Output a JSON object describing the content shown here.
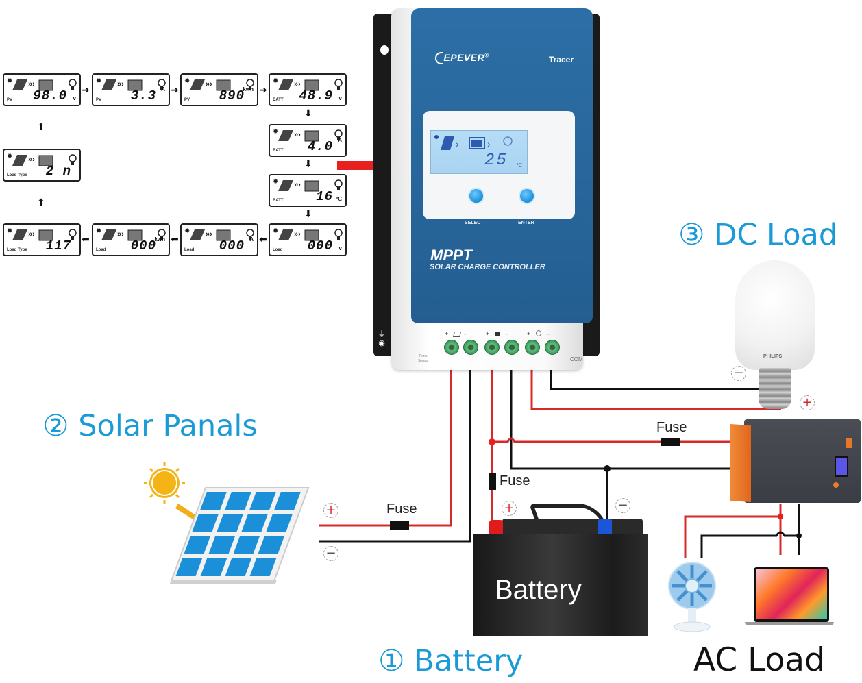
{
  "diagram": {
    "title": "MPPT Solar Charge Controller Wiring Diagram"
  },
  "lcd_screens": [
    {
      "id": "pv-voltage",
      "label": "PV",
      "value": "98.0",
      "unit": "v",
      "unit_pos": "low"
    },
    {
      "id": "pv-current",
      "label": "PV",
      "value": "3.3",
      "unit": "A",
      "unit_pos": "sup"
    },
    {
      "id": "pv-energy",
      "label": "PV",
      "value": "890",
      "unit": "kwh",
      "unit_pos": "sup"
    },
    {
      "id": "batt-voltage",
      "label": "BATT",
      "value": "48.9",
      "unit": "v",
      "unit_pos": "low"
    },
    {
      "id": "batt-current",
      "label": "BATT",
      "value": "4.0",
      "unit": "A",
      "unit_pos": "sup"
    },
    {
      "id": "batt-temp",
      "label": "BATT",
      "value": "16",
      "unit": "℃",
      "unit_pos": "low"
    },
    {
      "id": "load-voltage",
      "label": "Load",
      "value": "000",
      "unit": "v",
      "unit_pos": "low"
    },
    {
      "id": "load-current",
      "label": "Load",
      "value": "000",
      "unit": "A",
      "unit_pos": "sup"
    },
    {
      "id": "load-energy",
      "label": "Load",
      "value": "000",
      "unit": "kwh",
      "unit_pos": "sup"
    },
    {
      "id": "load-type-1",
      "label": "Load Type",
      "value": "117",
      "unit": "",
      "unit_pos": "low"
    },
    {
      "id": "load-type-2",
      "label": "Load Type",
      "value": "2  n",
      "unit": "",
      "unit_pos": "low"
    }
  ],
  "controller": {
    "brand": "EPEVER",
    "registered_mark": "®",
    "model": "Tracer",
    "display_value": "25",
    "display_unit": "℃",
    "buttons": [
      {
        "label": "SELECT"
      },
      {
        "label": "ENTER"
      }
    ],
    "product_title": "MPPT",
    "product_subtitle": "SOLAR CHARGE CONTROLLER",
    "terminal_markers": [
      "+",
      "–",
      "+",
      "–",
      "+",
      "–"
    ],
    "temp_sensor_label": "Temp. Sensor",
    "com_label": "COM",
    "terminal_count": 6
  },
  "sections": {
    "battery": "① Battery",
    "solar": "② Solar Panals",
    "dc_load": "③ DC Load",
    "ac_load": "AC Load"
  },
  "fuses": [
    {
      "label": "Fuse"
    },
    {
      "label": "Fuse"
    },
    {
      "label": "Fuse"
    }
  ],
  "battery": {
    "label": "Battery"
  },
  "bulb": {
    "brand": "PHILIPS"
  },
  "polarity": {
    "plus": "+",
    "minus": "−"
  },
  "colors": {
    "heading_blue": "#1a9ad6",
    "wire_red": "#d42a2a",
    "wire_black": "#111111",
    "controller_blue": "#2a6a9e",
    "inverter_orange": "#e8762a",
    "panel_blue": "#1b8fd8",
    "sun_yellow": "#f5b416"
  }
}
